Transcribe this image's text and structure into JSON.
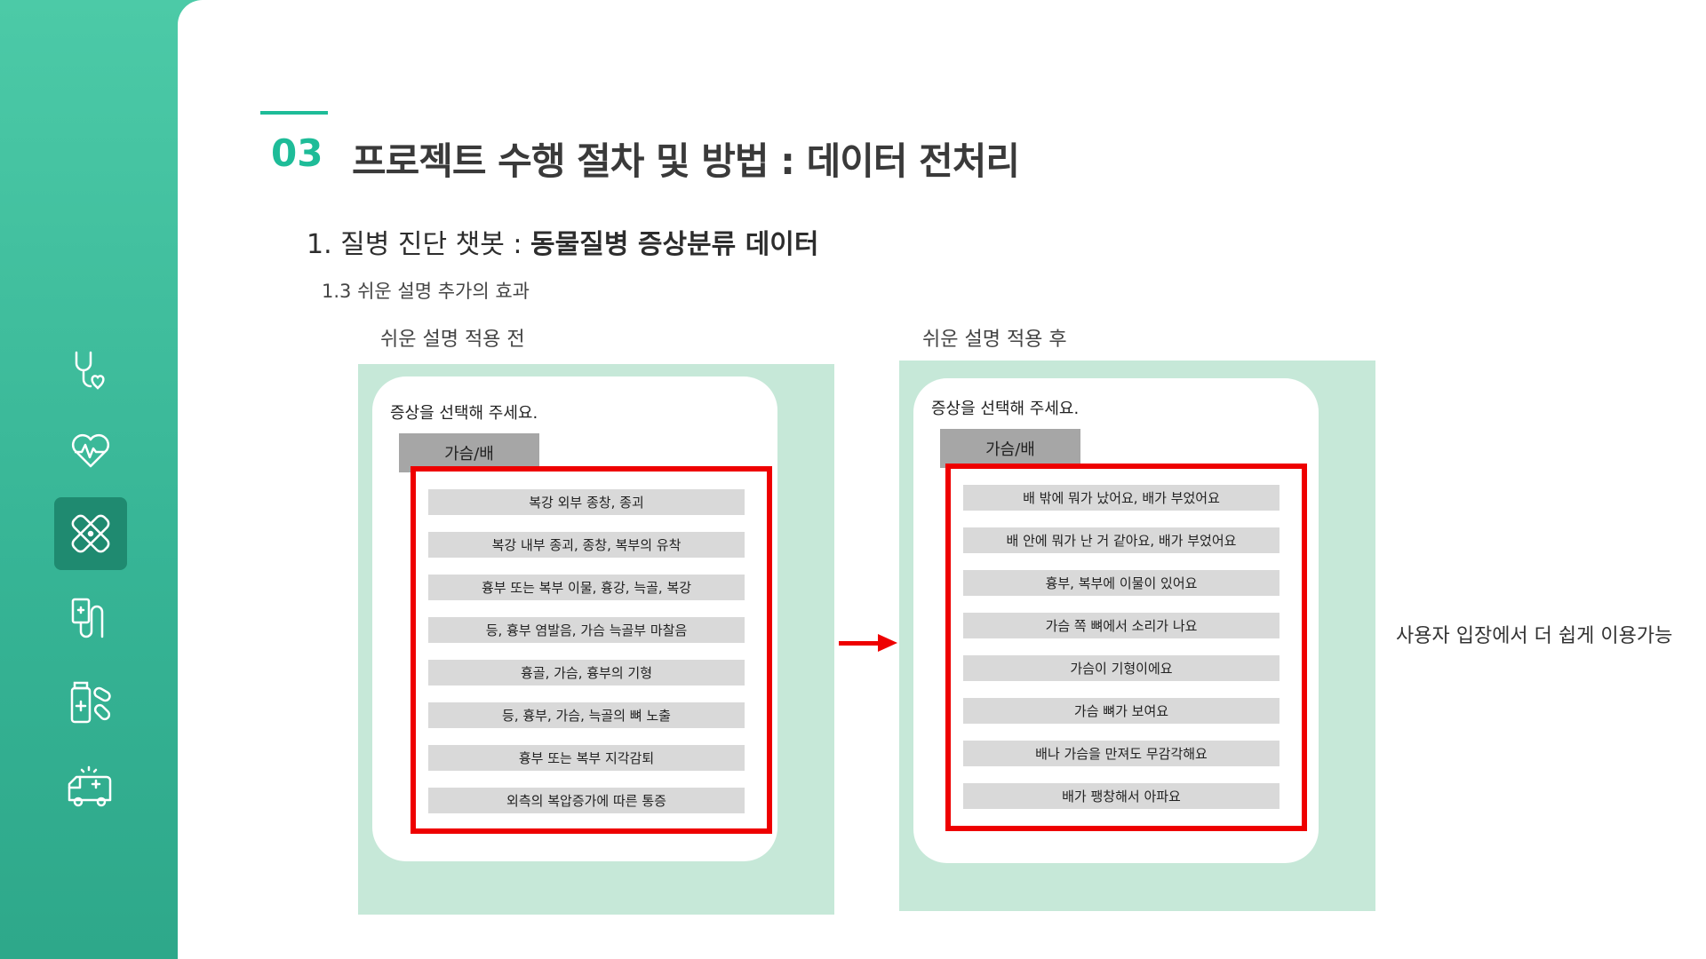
{
  "sidebar": {
    "icons": [
      "stethoscope-heart-icon",
      "heartbeat-icon",
      "bandage-icon",
      "iv-tube-icon",
      "medicine-pills-icon",
      "ambulance-icon"
    ],
    "active_index": 2,
    "icon_color": "#ffffff",
    "active_bg": "#1f8a70"
  },
  "header": {
    "number": "03",
    "title": "프로젝트 수행 절차 및 방법 : 데이터 전처리",
    "accent_color": "#1ebc98"
  },
  "subtitle": {
    "prefix": "1. 질병 진단 챗봇 : ",
    "bold": "동물질병 증상분류 데이터"
  },
  "subsection": "1.3 쉬운 설명 추가의 효과",
  "before": {
    "caption": "쉬운 설명 적용 전",
    "prompt": "증상을 선택해 주세요.",
    "tab": "가슴/배",
    "options": [
      "복강 외부 종창, 종괴",
      "복강 내부 종괴, 종창, 복부의 유착",
      "흉부 또는 복부 이물, 흉강, 늑골, 복강",
      "등, 흉부 염발음, 가슴 늑골부 마찰음",
      "흉골, 가슴, 흉부의 기형",
      "등, 흉부, 가슴, 늑골의 뼈 노출",
      "흉부 또는 복부 지각감퇴",
      "외측의 복압증가에 따른 통증"
    ]
  },
  "after": {
    "caption": "쉬운 설명 적용 후",
    "prompt": "증상을 선택해 주세요.",
    "tab": "가슴/배",
    "options": [
      "배 밖에 뭐가 났어요, 배가 부었어요",
      "배 안에 뭐가 난 거 같아요, 배가 부었어요",
      "흉부, 복부에 이물이 있어요",
      "가슴 쪽 뼈에서 소리가 나요",
      "가슴이 기형이에요",
      "가슴 뼈가 보여요",
      "배나 가슴을 만져도 무감각해요",
      "배가 팽창해서 아파요"
    ]
  },
  "note": "사용자 입장에서 더 쉽게 이용가능",
  "colors": {
    "mint_bg": "#c6e8d8",
    "highlight_red": "#ee0000",
    "option_bg": "#d9d9d9"
  }
}
